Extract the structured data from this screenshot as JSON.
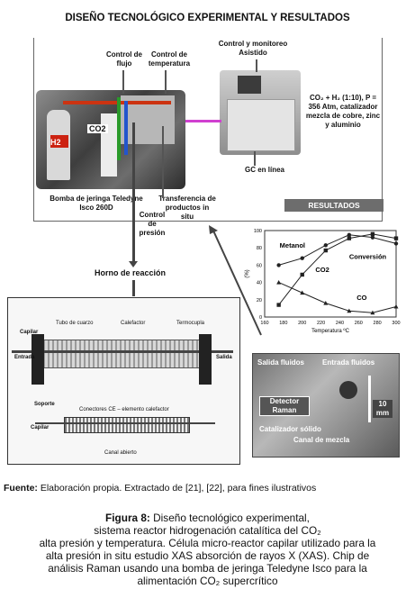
{
  "title": "DISEÑO TECNOLÓGICO EXPERIMENTAL Y RESULTADOS",
  "top_labels": {
    "control_flujo": "Control de flujo",
    "control_temperatura": "Control de temperatura",
    "control_monitoreo": "Control y monitoreo Asistido",
    "h2": "H2",
    "co2": "CO2",
    "bomba": "Bomba de jeringa Teledyne Isco 260D",
    "transferencia": "Transferencia de productos in situ",
    "control_presion": "Control de presión",
    "gc": "GC en línea",
    "conditions": "CO₂ + H₂ (1:10), P = 356 Atm, catalizador mezcla de cobre, zinc y aluminio",
    "horno": "Horno de reacción"
  },
  "results_header": "RESULTADOS",
  "reactor_labels": {
    "capilar": "Capilar",
    "tubo": "Tubo de cuarzo",
    "calefactor": "Calefactor",
    "termocupla": "Termocupla",
    "entrada": "Entrada",
    "salida": "Salida",
    "soporte": "Soporte",
    "conectores": "Conectores CE – elemento calefactor",
    "capilar2": "Capilar",
    "canal": "Canal abierto"
  },
  "raman_labels": {
    "salida": "Salida fluidos",
    "entrada": "Entrada fluidos",
    "detector": "Detector Raman",
    "catalizador": "Catalizador sólido",
    "canal": "Canal de mezcla",
    "escala": "10 mm"
  },
  "source": {
    "prefix": "Fuente:",
    "text": " Elaboración propia. Extractado de [21], [22], para fines ilustrativos"
  },
  "caption": {
    "figure": "Figura 8:",
    "line1": " Diseño tecnológico experimental,",
    "line2": "sistema reactor hidrogenación catalítica del CO₂",
    "line3": "alta presión y temperatura. Célula micro-reactor capilar utilizado para la",
    "line4": "alta presión in situ estudio XAS absorción de rayos X (XAS). Chip de",
    "line5": "análisis Raman usando una bomba de jeringa Teledyne Isco para la",
    "line6": "alimentación CO₂ supercrítico"
  },
  "chart_data": {
    "type": "line",
    "ylabel": "(%)",
    "xlabel": "Temperatura ºC",
    "xlim": [
      160,
      300
    ],
    "ylim": [
      0,
      100
    ],
    "xticks": [
      160,
      180,
      200,
      220,
      240,
      260,
      280,
      300
    ],
    "yticks": [
      0,
      20,
      40,
      60,
      80,
      100
    ],
    "series": [
      {
        "name": "Metanol",
        "marker": "circle",
        "x": [
          175,
          200,
          225,
          250,
          275,
          300
        ],
        "y": [
          60,
          68,
          83,
          95,
          92,
          85
        ]
      },
      {
        "name": "Conversión",
        "marker": "square",
        "x": [
          175,
          200,
          225,
          250,
          275,
          300
        ],
        "y": [
          14,
          49,
          77,
          91,
          96,
          91
        ]
      },
      {
        "name": "CO",
        "marker": "triangle",
        "x": [
          175,
          200,
          225,
          250,
          275,
          300
        ],
        "y": [
          40,
          28,
          16,
          7,
          5,
          12
        ]
      }
    ],
    "annotations": [
      "Metanol",
      "Conversión",
      "CO2",
      "CO"
    ]
  }
}
